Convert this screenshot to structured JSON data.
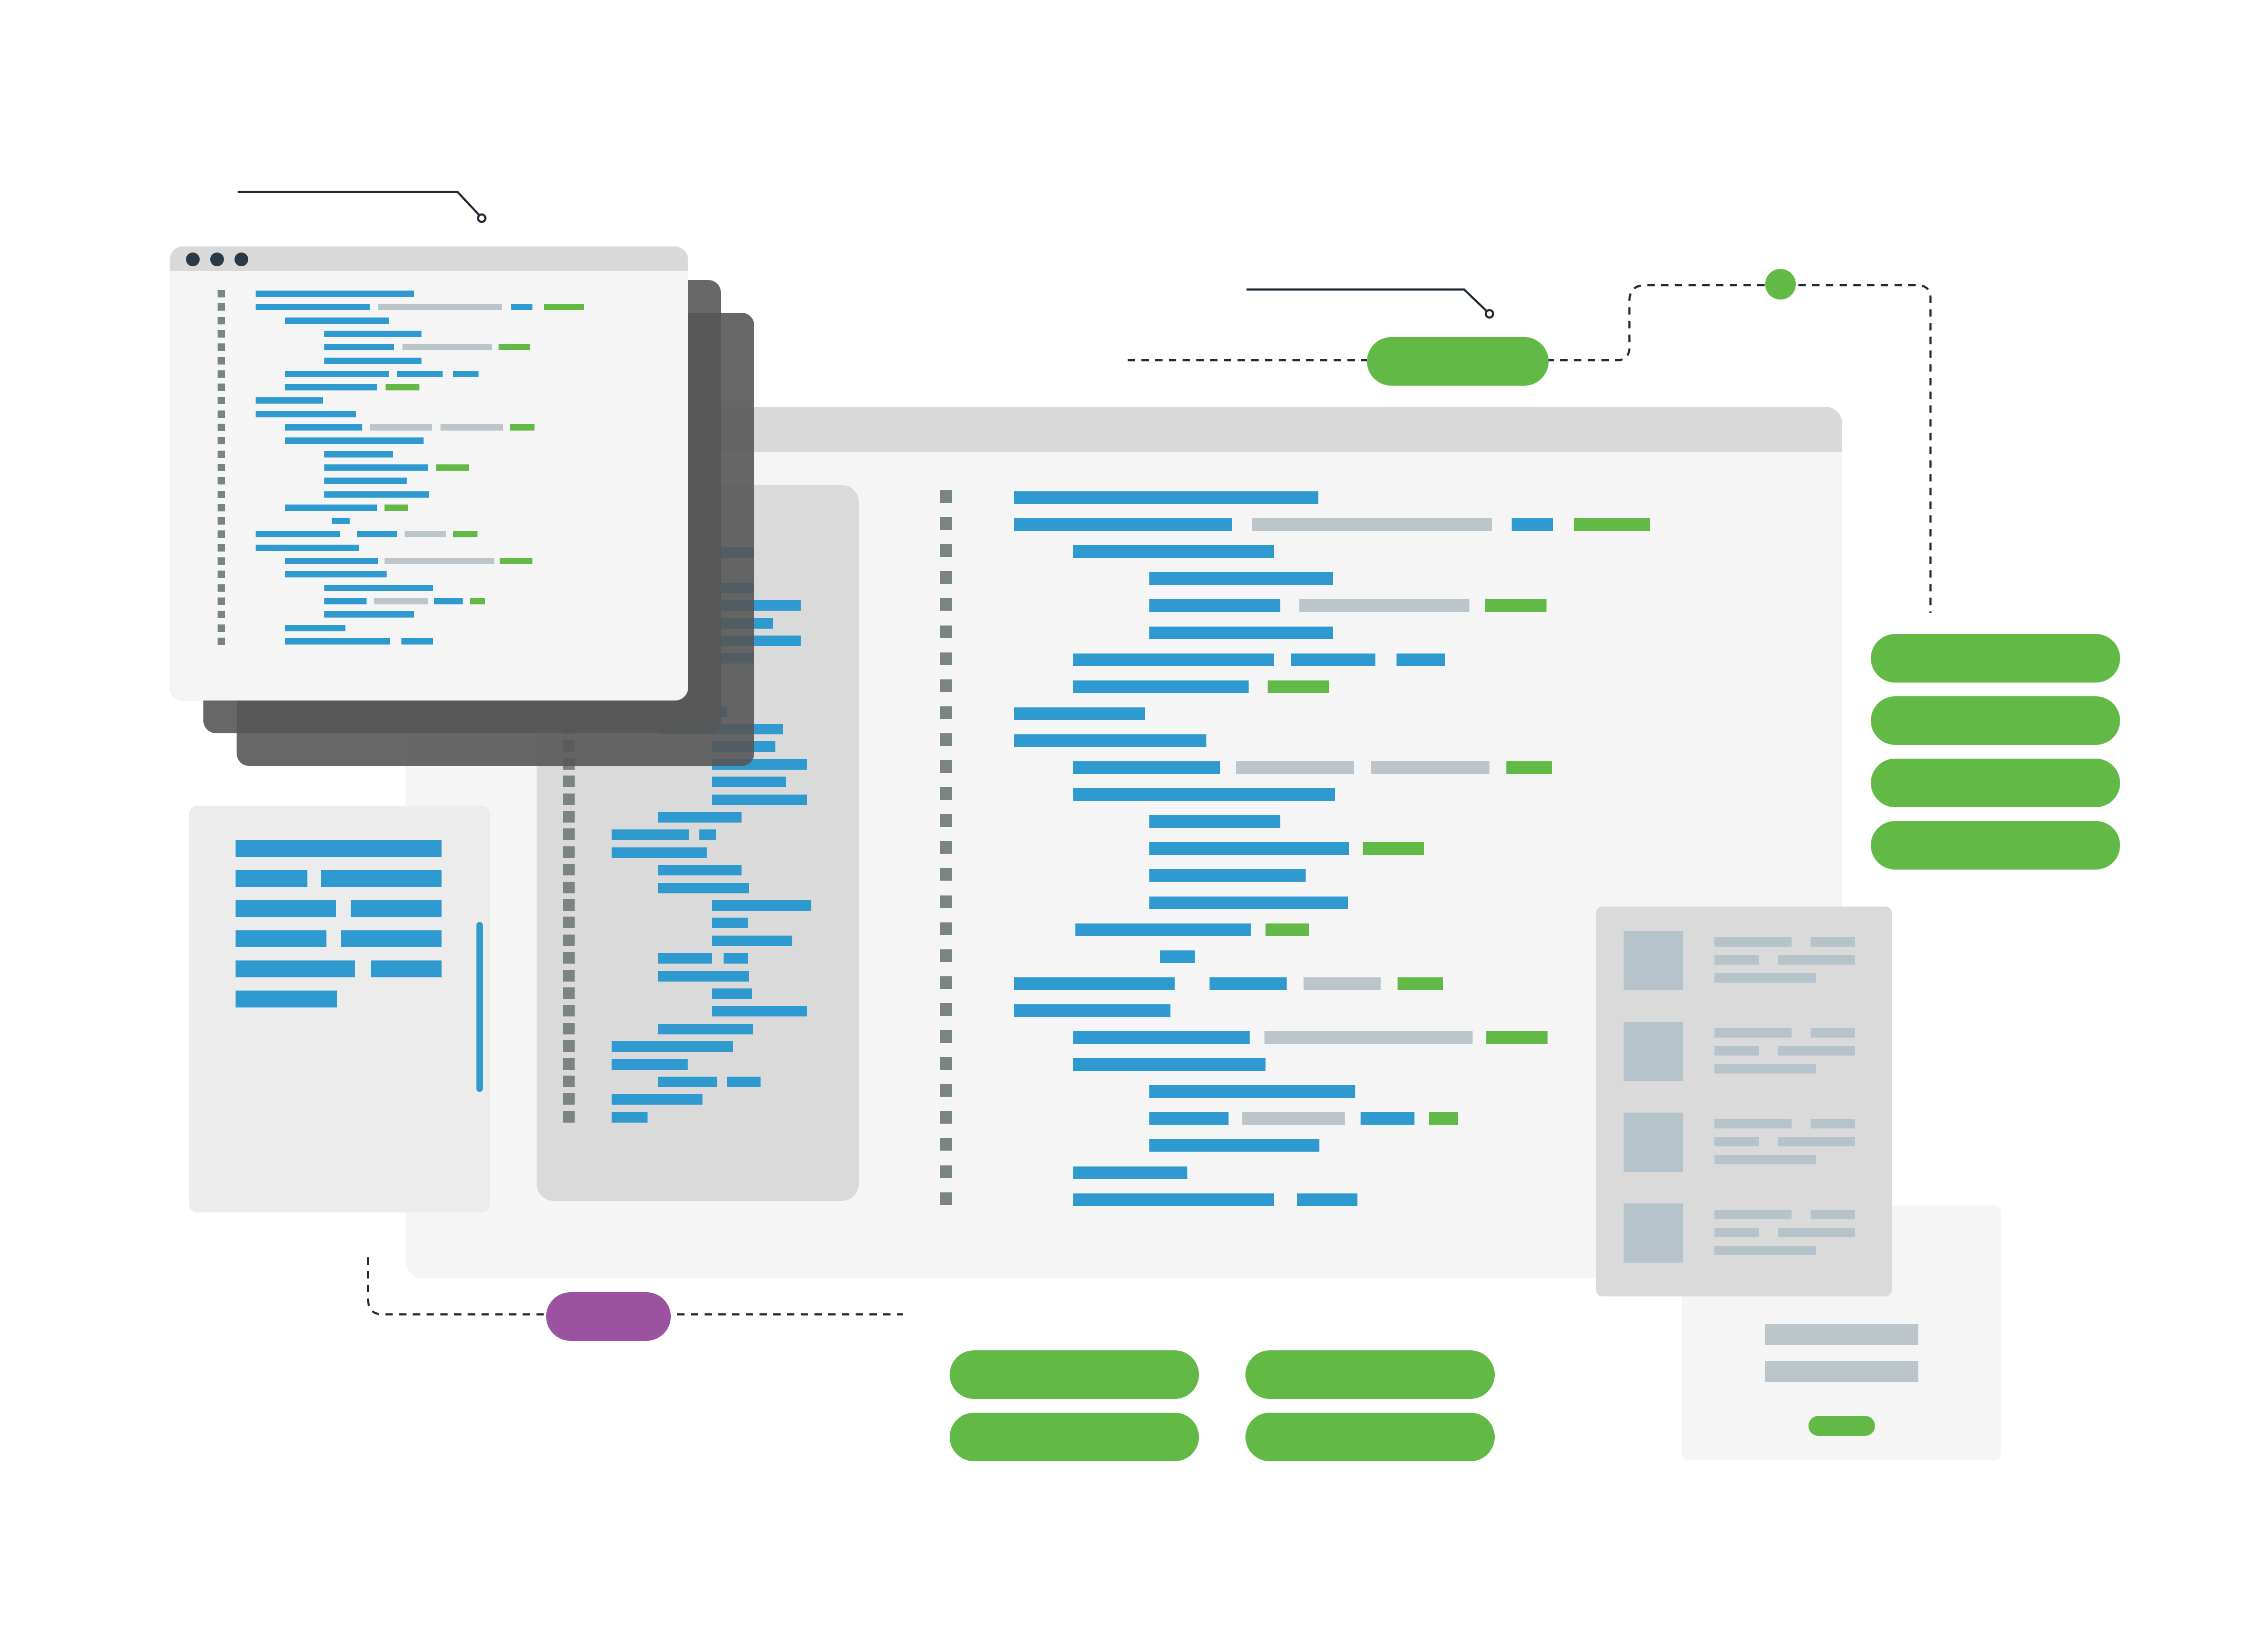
{
  "illustration": {
    "palette": {
      "background": "#ffffff",
      "panel_light": "#f5f5f5",
      "panel_mid": "#ececec",
      "panel_gray": "#dadada",
      "title_bar": "#d9d9d9",
      "shadow_dark": "#575757",
      "code_blue": "#2f9ad0",
      "code_gray": "#bcc5ca",
      "code_green": "#62b946",
      "pill_green": "#62b946",
      "pill_purple": "#9a52a1",
      "gutter": "#7b8580",
      "thumb": "#b7c3ca",
      "line_dark": "#1f2a33",
      "dot_dark": "#2b3945"
    },
    "icons": [
      "window-control-dot",
      "window-control-dot",
      "window-control-dot"
    ]
  }
}
